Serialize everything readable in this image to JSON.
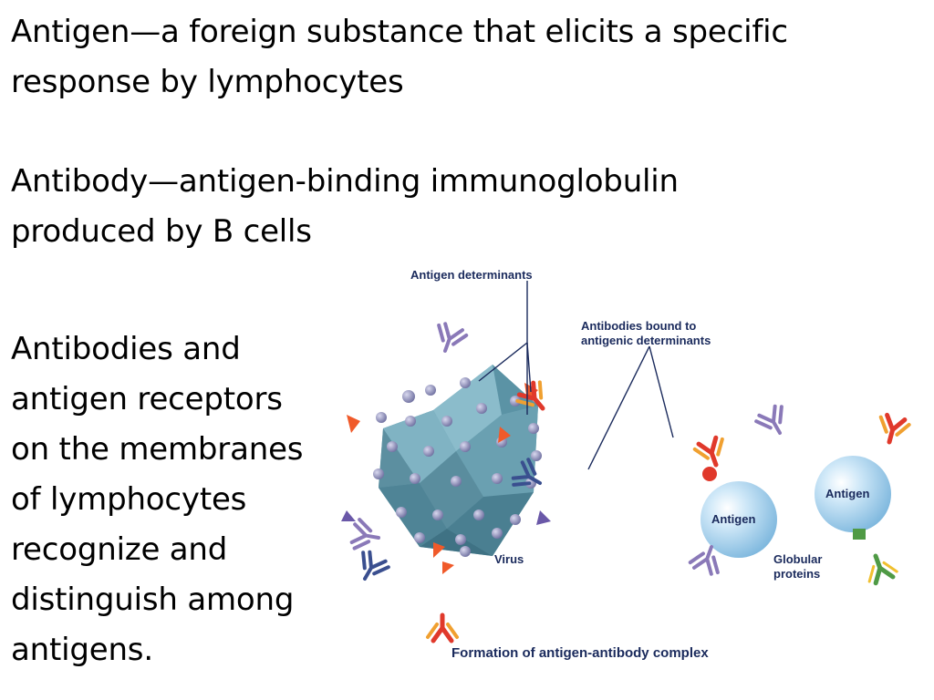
{
  "text": {
    "p1": [
      "Antigen—a foreign substance that elicits a specific",
      "response by lymphocytes"
    ],
    "p2": [
      "Antibody—antigen-binding immunoglobulin",
      "produced by B cells"
    ],
    "p3": [
      "Antibodies and",
      "antigen receptors",
      "on the membranes",
      "of lymphocytes",
      "recognize and",
      "distinguish among",
      "antigens."
    ]
  },
  "figure": {
    "labels": {
      "antigen_determinants": "Antigen determinants",
      "bound_line1": "Antibodies bound to",
      "bound_line2": "antigenic determinants",
      "virus": "Virus",
      "antigen_left": "Antigen",
      "antigen_right": "Antigen",
      "globular_line1": "Globular",
      "globular_line2": "proteins",
      "caption": "Formation of antigen-antibody complex"
    },
    "colors": {
      "virus_body": "#6fa3b4",
      "virus_dark": "#4f8496",
      "knob": "#8e8fb8",
      "antibody_purple": "#8a79b8",
      "antibody_red": "#e0392b",
      "antibody_orange": "#f0a030",
      "antibody_green": "#5aa050",
      "antigen_sphere": "#a9d4f0",
      "label": "#1a2a5c"
    }
  }
}
